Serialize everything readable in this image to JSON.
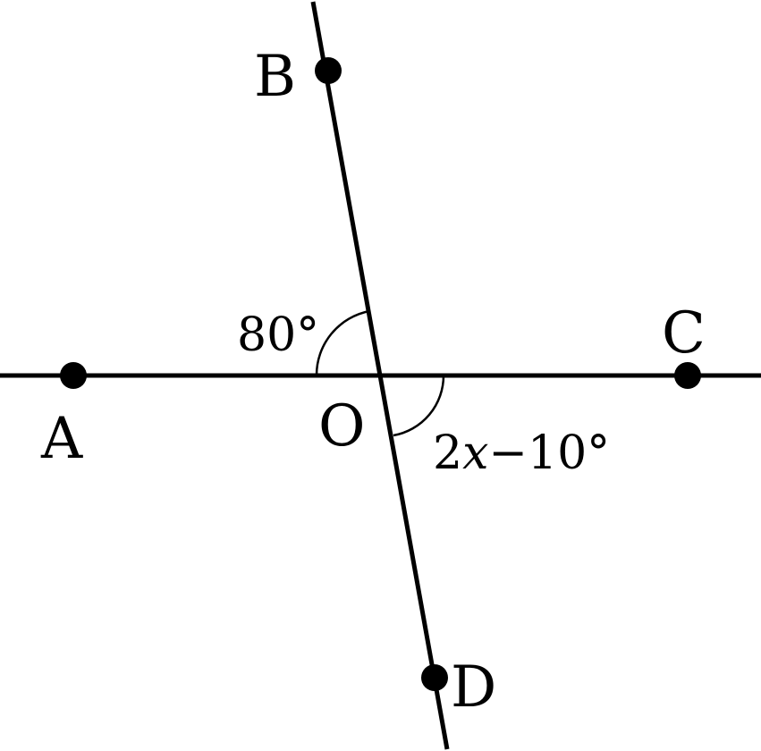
{
  "points": {
    "A": "A",
    "B": "B",
    "C": "C",
    "D": "D",
    "O": "O"
  },
  "angles": {
    "angle_BOA": "80°",
    "angle_COD_coef": "2",
    "angle_COD_var": "x",
    "angle_COD_rest": "−10°"
  },
  "colors": {
    "stroke": "#000000",
    "background": "#ffffff"
  }
}
